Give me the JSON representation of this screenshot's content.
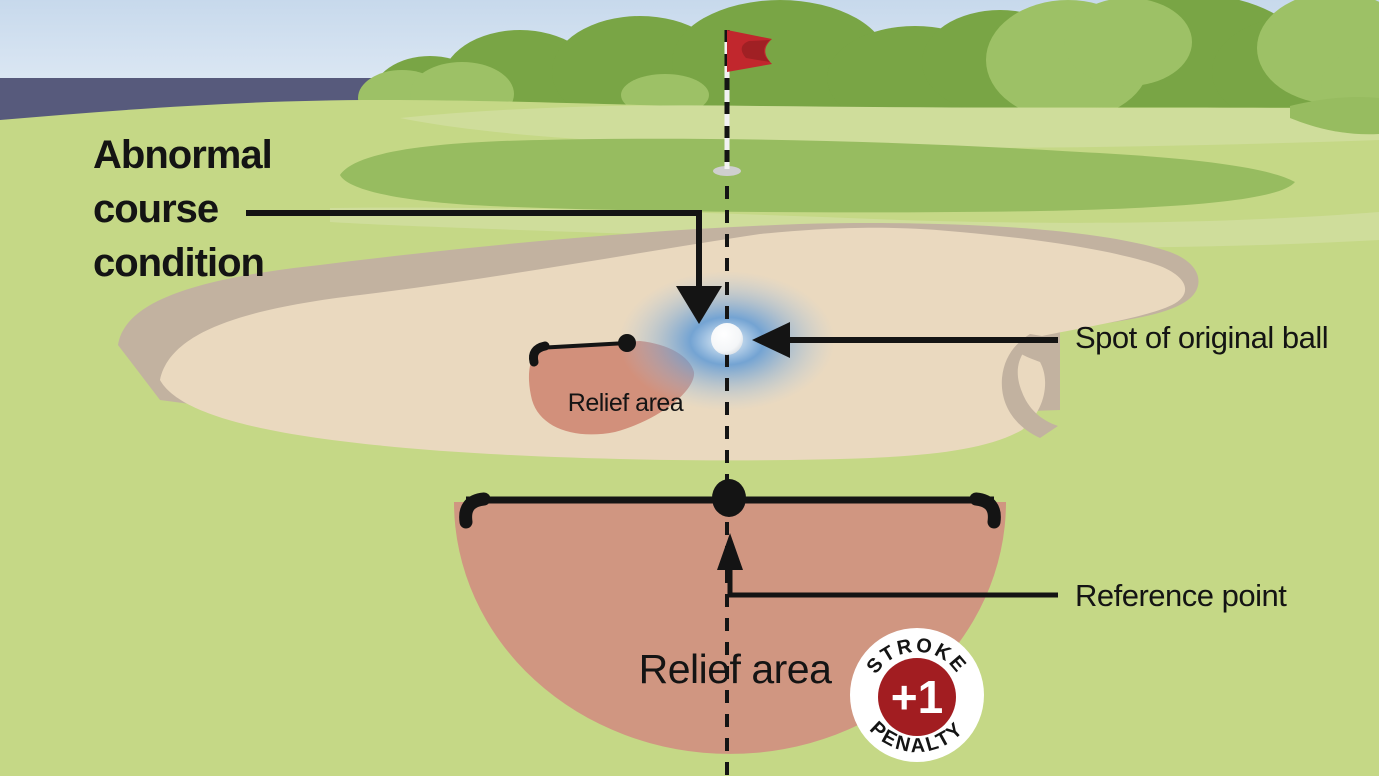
{
  "figure": {
    "labels": {
      "condition": "Abnormal course condition",
      "spot": "Spot of original ball",
      "reference": "Reference point",
      "relief_bunker": "Relief area",
      "relief_main": "Relief area"
    },
    "badge": {
      "top": "STROKE",
      "value": "+1",
      "bottom": "PENALTY"
    },
    "colors": {
      "sky_top": "#c7d9ec",
      "sky_bottom": "#eaf1f9",
      "water": "#575a7c",
      "tree_dark": "#79a545",
      "tree_light": "#9dc166",
      "grass_base": "#c5d886",
      "grass_pale": "#cfdd9b",
      "putting_green": "#97bc60",
      "sand": "#ead9bf",
      "sand_lip": "#c2b2a0",
      "relief_area": "#d09681",
      "condition_glow": "#4a8fd4",
      "flag_red": "#c1272d",
      "badge_red": "#a21d21",
      "ink": "#141414"
    }
  }
}
